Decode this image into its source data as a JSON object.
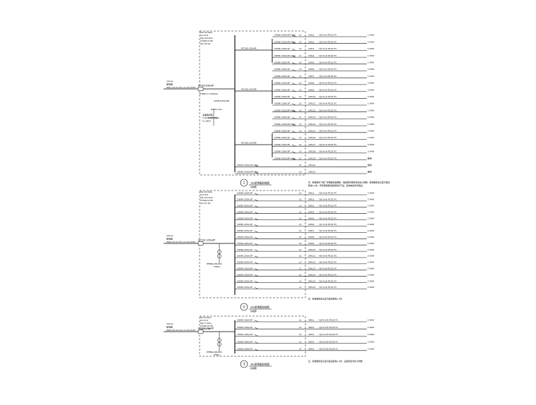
{
  "panels": [
    {
      "id": 1,
      "number": "1",
      "caption": "1AL配电箱系统图",
      "caption_sub": "系统图",
      "params": [
        "Pe=30.0kw",
        "Kx=0.8",
        "Pjs=24.0kw",
        "COSΦ=0.85",
        "Ijs=45.0A"
      ],
      "left_labels": [
        "1ALAL",
        "配电箱",
        "WD1-YJV-4×25+1×16 SC50"
      ],
      "main_breaker": "NT100-63A/4P",
      "incoming": "DT862-1 15(60)A",
      "aux_breakers": [
        "C65N-D16A/4P",
        "RXBQ-15A",
        "DWSY-1P"
      ],
      "mid_texts": [
        "浪涌保护器",
        "In:5kA/10/350μs",
        "Uc:385V"
      ],
      "sub_breakers": [
        "NT100-32A/4P",
        "NT100-32A/4P",
        "NT100-32A/4P"
      ],
      "note": "注：配电箱尺寸由厂家根据设备确定，电缆型号规格详见设计说明，配电箱安装高度为底边距地1.4米，所有断路器选用施耐德产品，进线电缆穿管敷设。",
      "branches": [
        {
          "breaker": "C65N-C20A/2P+Vigi",
          "phase": "L1",
          "circuit": "1WL1",
          "cable": "YJV-3×4 PC32 FC",
          "load": "1.0kW"
        },
        {
          "breaker": "C65N-C25A/2P+Vigi",
          "phase": "L2",
          "circuit": "1WL2",
          "cable": "YJV-3×4 PC32 FC",
          "load": "0.5kW"
        },
        {
          "breaker": "C65N-C16A/1P",
          "phase": "L3",
          "circuit": "1WL3",
          "cable": "YJV-3×4 PC32 FC",
          "load": "2.0kW"
        },
        {
          "breaker": "C65N-C16A/2P+Vigi",
          "phase": "L1",
          "circuit": "1WL4",
          "cable": "YJV-3×4 PC32 FC",
          "load": "1.5kW"
        },
        {
          "breaker": "C65N-C16A/1P",
          "phase": "L2",
          "circuit": "1WL5",
          "cable": "YJV-3×4 PC32 FC",
          "load": "1.0kW"
        },
        {
          "breaker": "C65N-C16A/1P",
          "phase": "L3",
          "circuit": "1WL6",
          "cable": "YJV-3×4 PC32 FC",
          "load": "2.0kW"
        },
        {
          "breaker": "C65N-C16A/1P",
          "phase": "L1",
          "circuit": "1WL7",
          "cable": "YJV-3×4 PC32 FC",
          "load": "1.5kW"
        },
        {
          "breaker": "C65N-C16A/3P",
          "phase": "L2",
          "circuit": "1WL8",
          "cable": "YJV-5×4 PC25 FC",
          "load": "3.0kW"
        },
        {
          "breaker": "C65N-C16A/3P",
          "phase": "L3",
          "circuit": "1WL9",
          "cable": "YJV-5×4 PC25 FC",
          "load": "3.0kW"
        },
        {
          "breaker": "C65N-C16A/3P",
          "phase": "L1",
          "circuit": "1WL10",
          "cable": "YJV-5×4 PC25 FC",
          "load": "3.0kW"
        },
        {
          "breaker": "C65N-C16A/1P",
          "phase": "L2",
          "circuit": "1WL11",
          "cable": "YJV-3×4 PC32 FC",
          "load": "1.0kW"
        },
        {
          "breaker": "C65N-C16A/2P+Vigi",
          "phase": "L3",
          "circuit": "1WL12",
          "cable": "YJV-3×4 PC32 FC",
          "load": "1.5kW"
        },
        {
          "breaker": "C65N-C16A/1P",
          "phase": "L1",
          "circuit": "1WL13",
          "cable": "YJV-3×4 PC32 FC",
          "load": "2.0kW"
        },
        {
          "breaker": "C65N-C16A/2P+Vigi",
          "phase": "L2",
          "circuit": "1WL14",
          "cable": "YJV-3×4 PC32 FC",
          "load": "1.0kW"
        },
        {
          "breaker": "C65N-C16A/1P",
          "phase": "L3",
          "circuit": "1WL15",
          "cable": "YJV-3×4 PC32 FC",
          "load": "2.0kW"
        },
        {
          "breaker": "C65N-C16A/1P",
          "phase": "L1",
          "circuit": "1WL16",
          "cable": "YJV-3×4 PC32 FC",
          "load": "1.5kW"
        },
        {
          "breaker": "C65N-C16A/3P",
          "phase": "L2",
          "circuit": "1WL17",
          "cable": "YJV-5×4 PC25 FC",
          "load": "3.0kW"
        },
        {
          "breaker": "C65N-C16A/3P",
          "phase": "L3",
          "circuit": "1WL18",
          "cable": "YJV-5×4 PC25 FC",
          "load": "3.0kW"
        },
        {
          "breaker": "C65N-C25A/2P+Vigi",
          "phase": "L1",
          "circuit": "1WL19",
          "cable": "YJV-3×4 PC32 FC",
          "load": "备用"
        },
        {
          "breaker": "C65N-C25A/2P+Vigi",
          "phase": "L2",
          "circuit": "1WL20",
          "cable": "",
          "load": "备用"
        },
        {
          "breaker": "C65N-C25A/2P+Vigi",
          "phase": "L3",
          "circuit": "1WL21",
          "cable": "",
          "load": "备用"
        }
      ]
    },
    {
      "id": 2,
      "number": "2",
      "caption": "2AL配电箱系统图",
      "caption_sub": "系统图",
      "params": [
        "Pe=40.0kw",
        "Kx=0.8",
        "Pjs=32.0kw",
        "COSΦ=0.85",
        "Ijs=57.2A"
      ],
      "left_labels": [
        "2ALAL",
        "配电箱",
        "WD2-YJV-4×35+1×16 SC50"
      ],
      "main_breaker": "NT100-125A/4P",
      "device": "EFB82-3PL63U",
      "device_sub": "TTBLS",
      "note": "注：配电箱安装高度为底边距地1.4米",
      "branches": [
        {
          "breaker": "C65N-C25A/1P",
          "phase": "L1",
          "circuit": "2WL1",
          "cable": "YJV-3×6 PC32 FC",
          "load": "2.0kW"
        },
        {
          "breaker": "C65N-C25A/1P",
          "phase": "L2",
          "circuit": "2WL2",
          "cable": "YJV-3×6 PC32 FC",
          "load": "2.0kW"
        },
        {
          "breaker": "C65N-C25A/1P",
          "phase": "L3",
          "circuit": "2WL3",
          "cable": "YJV-3×6 PC32 FC",
          "load": "2.0kW"
        },
        {
          "breaker": "C65N-C25A/1P",
          "phase": "L1",
          "circuit": "2WL4",
          "cable": "YJV-3×6 PC32 FC",
          "load": "2.0kW"
        },
        {
          "breaker": "C65N-C25A/1P",
          "phase": "L2",
          "circuit": "2WL5",
          "cable": "YJV-3×6 PC32 FC",
          "load": "2.0kW"
        },
        {
          "breaker": "C65N-C25A/1P",
          "phase": "L3",
          "circuit": "2WL6",
          "cable": "YJV-3×6 PC32 FC",
          "load": "2.0kW"
        },
        {
          "breaker": "C65N-C25A/1P",
          "phase": "L1",
          "circuit": "2WL7",
          "cable": "YJV-3×6 PC32 FC",
          "load": "2.0kW"
        },
        {
          "breaker": "C65N-C25A/1P",
          "phase": "L2",
          "circuit": "2WL8",
          "cable": "YJV-3×6 PC32 FC",
          "load": "2.0kW"
        },
        {
          "breaker": "C65N-C25A/1P",
          "phase": "L3",
          "circuit": "2WL9",
          "cable": "YJV-3×6 PC32 FC",
          "load": "2.0kW"
        },
        {
          "breaker": "C65N-C25A/1P",
          "phase": "L1",
          "circuit": "2WL10",
          "cable": "YJV-3×6 PC32 FC",
          "load": "2.0kW"
        },
        {
          "breaker": "C65N-C25A/1P",
          "phase": "L2",
          "circuit": "2WL11",
          "cable": "YJV-3×6 PC32 FC",
          "load": "2.0kW"
        },
        {
          "breaker": "C65N-C25A/1P",
          "phase": "L3",
          "circuit": "2WL12",
          "cable": "YJV-3×6 PC32 FC",
          "load": "2.0kW"
        },
        {
          "breaker": "C65N-C25A/1P",
          "phase": "L1",
          "circuit": "2WL13",
          "cable": "YJV-3×6 PC32 FC",
          "load": "2.0kW"
        },
        {
          "breaker": "C65N-C25A/1P",
          "phase": "L2",
          "circuit": "2WL14",
          "cable": "YJV-3×6 PC32 FC",
          "load": "2.0kW"
        },
        {
          "breaker": "C65N-C25A/1P",
          "phase": "L3",
          "circuit": "2WL15",
          "cable": "YJV-3×6 PC32 FC",
          "load": "2.0kW"
        },
        {
          "breaker": "C65N-C25A/1P",
          "phase": "L1",
          "circuit": "2WL16",
          "cable": "YJV-3×6 PC32 FC",
          "load": "2.0kW"
        }
      ]
    },
    {
      "id": 3,
      "number": "3",
      "caption": "3AL配电箱系统图",
      "caption_sub": "系统图",
      "params": [
        "Pe=8.0kw",
        "Kx=0.9",
        "Pjs=7.2kw",
        "COSΦ=0.85",
        "Ijs=12.9A"
      ],
      "left_labels": [
        "3ALAL",
        "配电箱",
        "WD3-YJV-4×10+1×10 SC32"
      ],
      "main_breaker": "NT100-20A/4P",
      "device": "EFB82-3PL63U",
      "device_sub": "TTBLS",
      "note": "注：配电箱安装高度为底边距地1.4米，设备安装详见大样图",
      "branches": [
        {
          "breaker": "C65N-C16A/1P",
          "phase": "L1",
          "circuit": "3WL1",
          "cable": "YJV-4×25 PC32 FC",
          "load": "2.0kW"
        },
        {
          "breaker": "C65N-C16A/1P",
          "phase": "L2",
          "circuit": "3WL2",
          "cable": "YJV-4×25 PC32 FC",
          "load": "2.0kW"
        },
        {
          "breaker": "C65N-C16A/1P",
          "phase": "L3",
          "circuit": "3WL3",
          "cable": "YJV-4×25 PC32 FC",
          "load": "2.0kW"
        },
        {
          "breaker": "C65N-C16A/1P",
          "phase": "L1",
          "circuit": "3WL4",
          "cable": "YJV-4×25 PC32 FC",
          "load": "2.0kW"
        },
        {
          "breaker": "C65N-C16A/1P",
          "phase": "L2",
          "circuit": "3WL5",
          "cable": "YJV-4×25 PC32 FC",
          "load": "2.0kW"
        }
      ]
    }
  ]
}
